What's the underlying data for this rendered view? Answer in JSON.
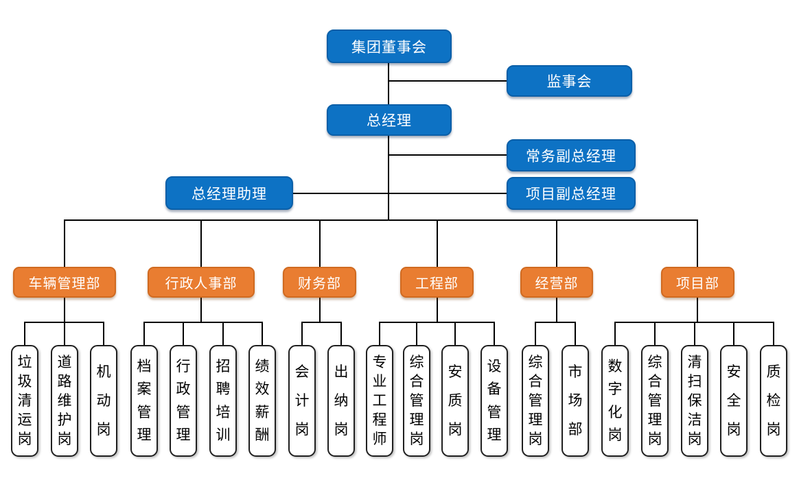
{
  "colors": {
    "node_blue": "#0D72C4",
    "node_orange": "#E97D31",
    "connector": "#000000",
    "post_border": "#1F1F1F",
    "post_bg": "#FFFFFF",
    "text_light": "#FFFFFF",
    "text_dark": "#000000"
  },
  "nodes": {
    "board": "集团董事会",
    "supervisory": "监事会",
    "general_manager": "总经理",
    "executive_deputy_gm": "常务副总经理",
    "gm_assistant": "总经理助理",
    "project_deputy_gm": "项目副总经理",
    "departments": [
      {
        "label": "车辆管理部",
        "posts": [
          "垃圾清运岗",
          "道路维护岗",
          "机动岗"
        ]
      },
      {
        "label": "行政人事部",
        "posts": [
          "档案管理",
          "行政管理",
          "招聘培训",
          "绩效薪酬"
        ]
      },
      {
        "label": "财务部",
        "posts": [
          "会计岗",
          "出纳岗"
        ]
      },
      {
        "label": "工程部",
        "posts": [
          "专业工程师",
          "综合管理岗",
          "安质岗",
          "设备管理"
        ]
      },
      {
        "label": "经营部",
        "posts": [
          "综合管理岗",
          "市场部"
        ]
      },
      {
        "label": "项目部",
        "posts": [
          "数字化岗",
          "综合管理岗",
          "清扫保洁岗",
          "安全岗",
          "质检岗"
        ]
      }
    ]
  }
}
